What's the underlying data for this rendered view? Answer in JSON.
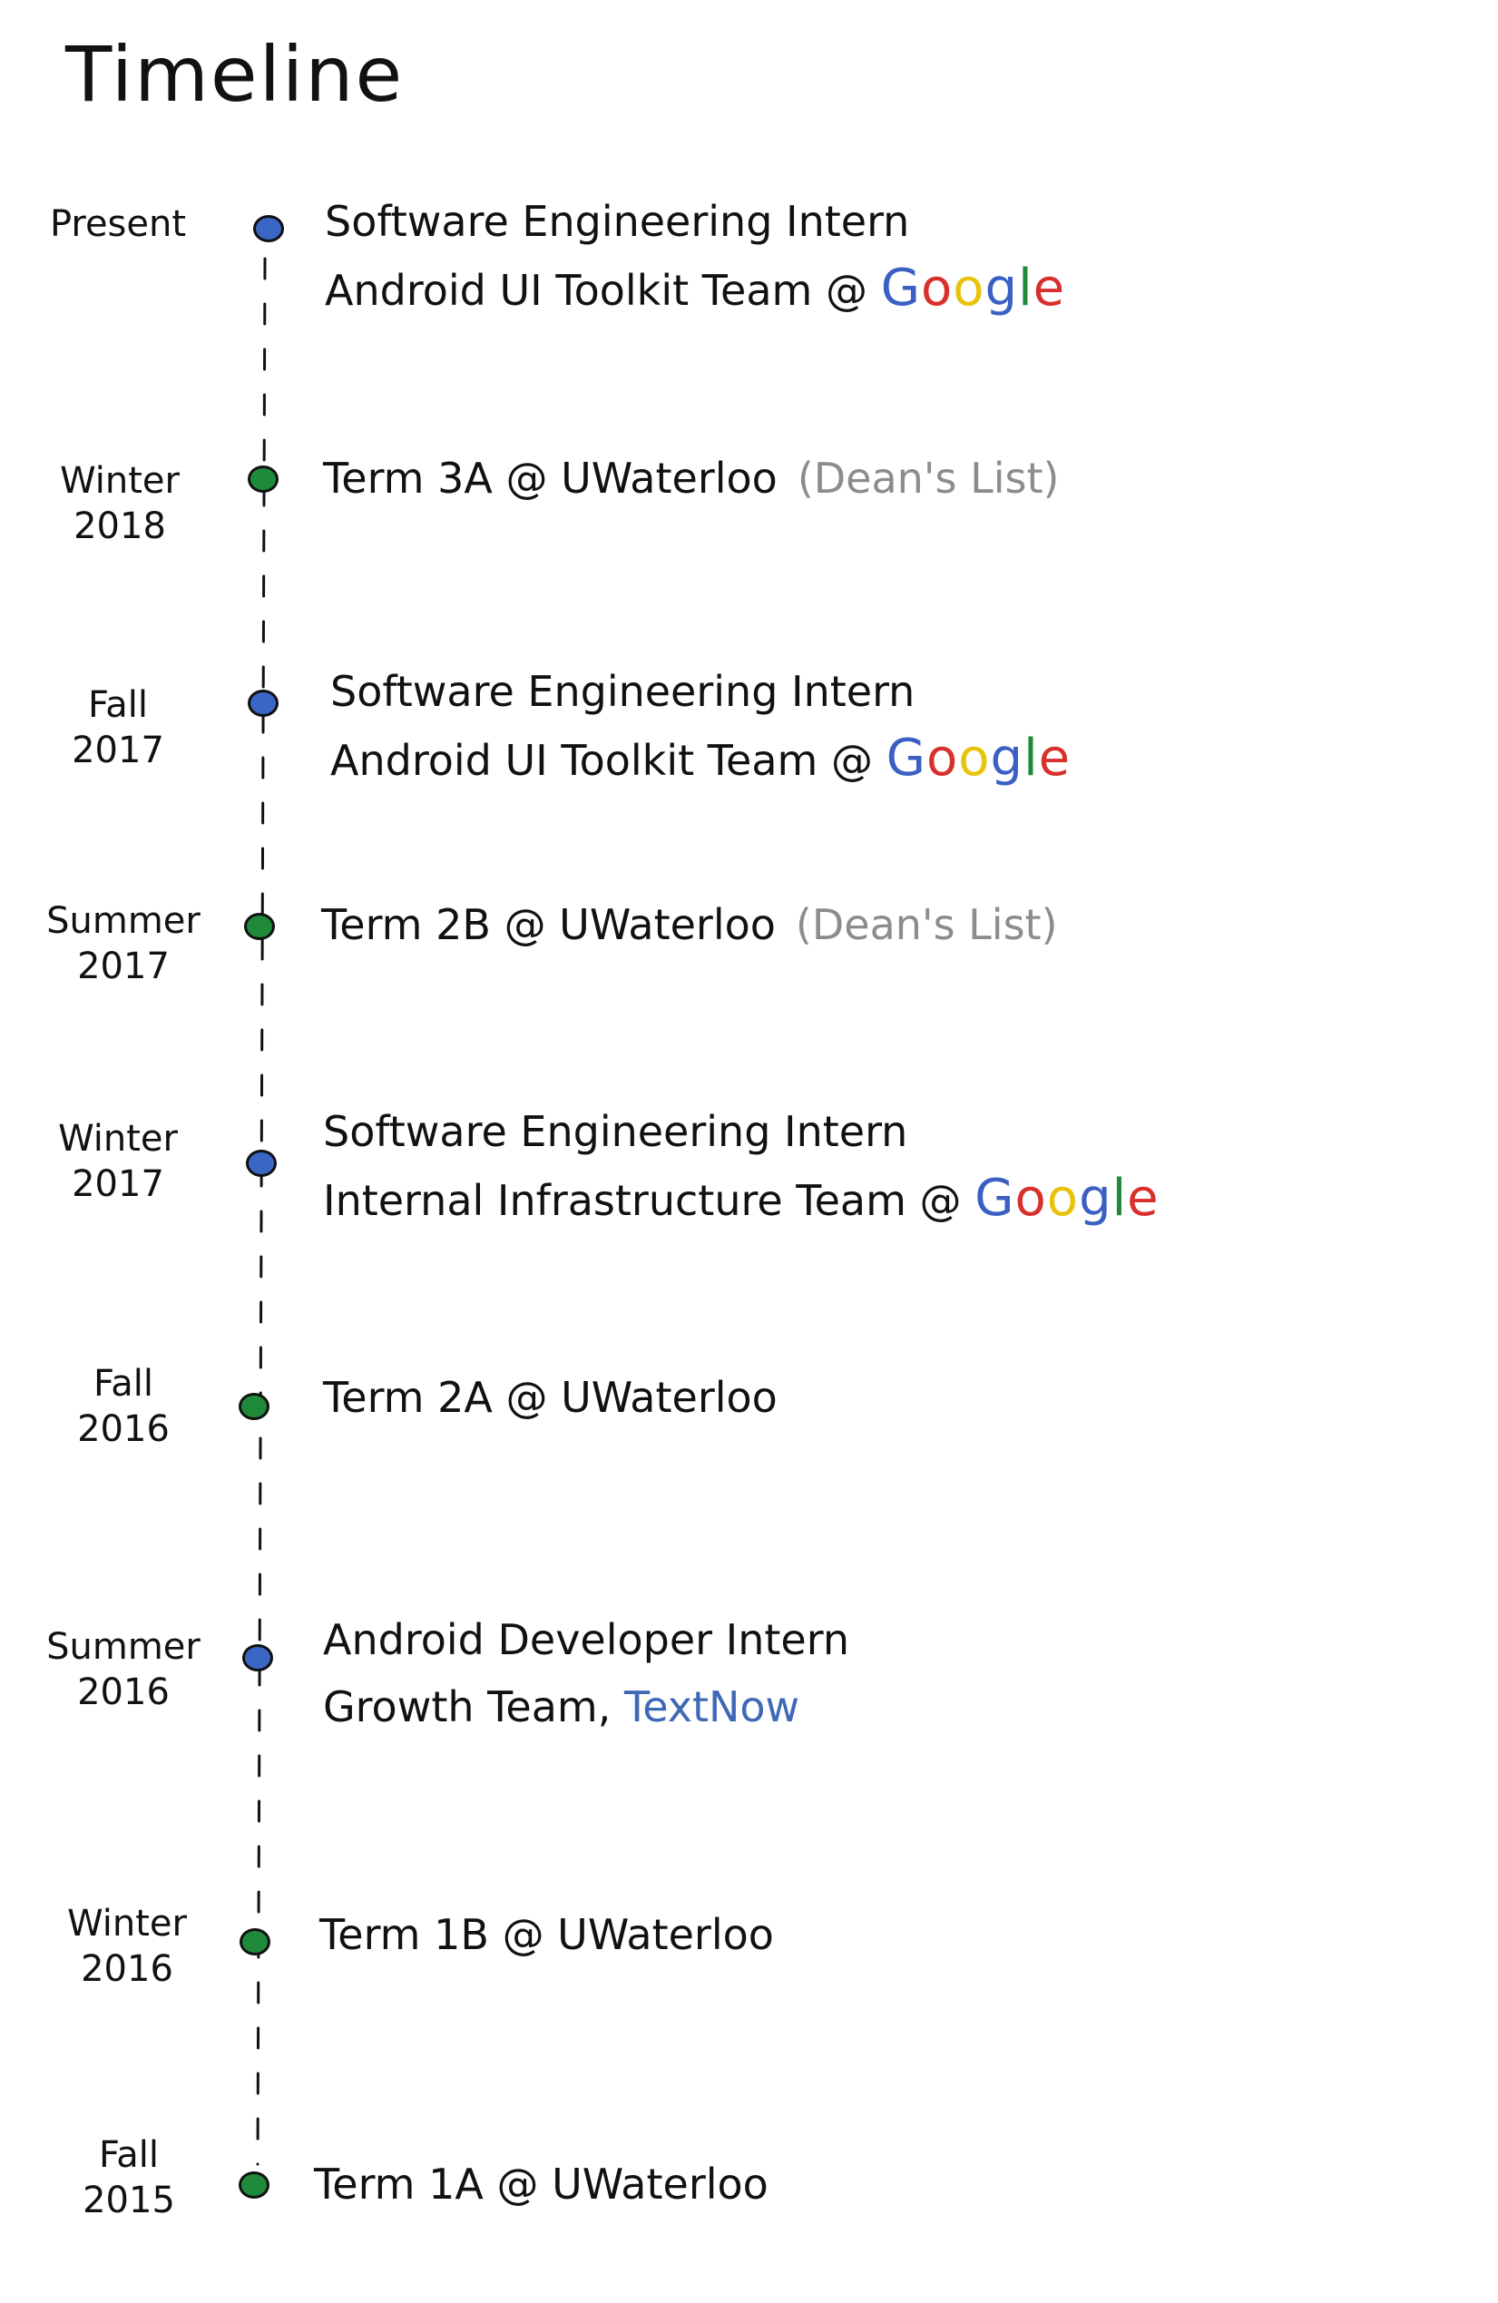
{
  "title": "Timeline",
  "colors": {
    "dot_blue": "#3a66c4",
    "dot_green": "#1e8a3a",
    "note_gray": "#8c8c8c",
    "textnow_blue": "#3f68b6",
    "google_blue": "#3b5fc3",
    "google_red": "#d8302c",
    "google_yellow": "#e9c20a",
    "google_green": "#1f8a38"
  },
  "entries": [
    {
      "date_line1": "Present",
      "date_line2": "",
      "dot_color": "blue",
      "line1": "Software Engineering Intern",
      "line2": "Android UI Toolkit Team @",
      "brand": "Google",
      "note": ""
    },
    {
      "date_line1": "Winter",
      "date_line2": "2018",
      "dot_color": "green",
      "line1": "Term 3A @ UWaterloo",
      "line2": "",
      "brand": "",
      "note": "Dean's List"
    },
    {
      "date_line1": "Fall",
      "date_line2": "2017",
      "dot_color": "blue",
      "line1": "Software Engineering Intern",
      "line2": "Android UI Toolkit Team @",
      "brand": "Google",
      "note": ""
    },
    {
      "date_line1": "Summer",
      "date_line2": "2017",
      "dot_color": "green",
      "line1": "Term 2B @ UWaterloo",
      "line2": "",
      "brand": "",
      "note": "Dean's List"
    },
    {
      "date_line1": "Winter",
      "date_line2": "2017",
      "dot_color": "blue",
      "line1": "Software Engineering Intern",
      "line2": "Internal Infrastructure Team @",
      "brand": "Google",
      "note": ""
    },
    {
      "date_line1": "Fall",
      "date_line2": "2016",
      "dot_color": "green",
      "line1": "Term 2A @ UWaterloo",
      "line2": "",
      "brand": "",
      "note": ""
    },
    {
      "date_line1": "Summer",
      "date_line2": "2016",
      "dot_color": "blue",
      "line1": "Android Developer Intern",
      "line2": "Growth Team,",
      "brand_link": "TextNow",
      "note": ""
    },
    {
      "date_line1": "Winter",
      "date_line2": "2016",
      "dot_color": "green",
      "line1": "Term 1B @ UWaterloo",
      "line2": "",
      "brand": "",
      "note": ""
    },
    {
      "date_line1": "Fall",
      "date_line2": "2015",
      "dot_color": "green",
      "line1": "Term 1A @ UWaterloo",
      "line2": "",
      "brand": "",
      "note": ""
    }
  ]
}
